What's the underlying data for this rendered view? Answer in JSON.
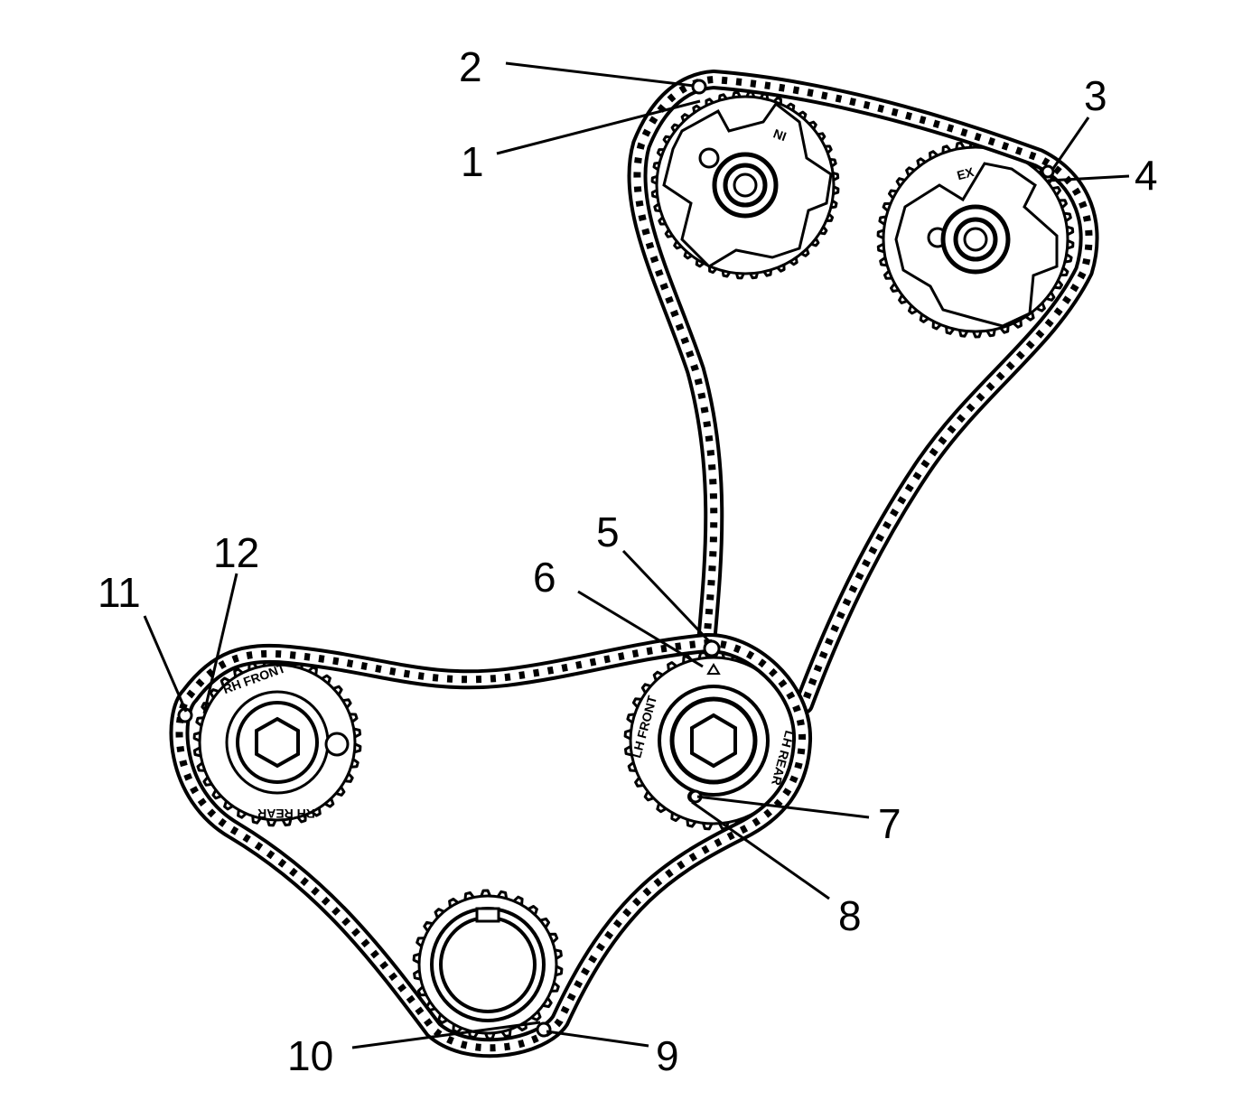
{
  "diagram": {
    "type": "timing-chain-illustration",
    "callouts": [
      "1",
      "2",
      "3",
      "4",
      "5",
      "6",
      "7",
      "8",
      "9",
      "10",
      "11",
      "12"
    ],
    "gear_markings": {
      "intake": "IN",
      "exhaust": "EX",
      "right_front": "RH FRONT",
      "right_rear": "RH REAR",
      "left_front": "LH FRONT",
      "left_rear": "LH REAR"
    }
  }
}
